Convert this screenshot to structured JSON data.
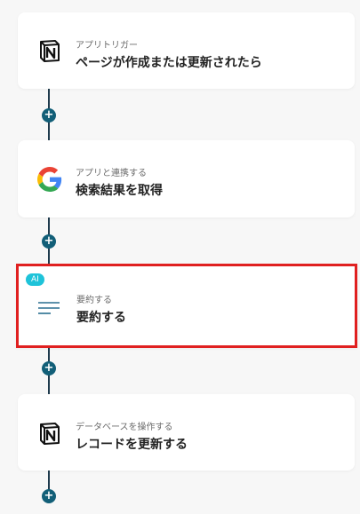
{
  "steps": [
    {
      "subtitle": "アプリトリガー",
      "title": "ページが作成または更新されたら",
      "icon": "notion-icon"
    },
    {
      "subtitle": "アプリと連携する",
      "title": "検索結果を取得",
      "icon": "google-icon"
    },
    {
      "subtitle": "要約する",
      "title": "要約する",
      "icon": "summarize-lines-icon",
      "badge": "AI",
      "selected": true
    },
    {
      "subtitle": "データベースを操作する",
      "title": "レコードを更新する",
      "icon": "notion-icon"
    }
  ],
  "add_button_symbol": "+",
  "colors": {
    "connector": "#1f3b4d",
    "add_button": "#125f78",
    "ai_badge": "#1ec3d9",
    "selected_border": "#e02020"
  }
}
